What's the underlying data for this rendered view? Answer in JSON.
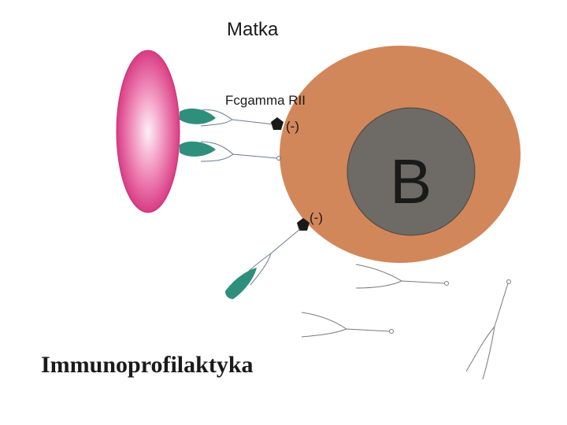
{
  "labels": {
    "mother": "Matka",
    "receptor": "Fcgamma RII",
    "neg_top": "(-)",
    "neg_bottom": "(-)",
    "bcell": "B",
    "title": "Immunoprofilaktyka"
  },
  "colors": {
    "bcell_body": "#d2875a",
    "bcell_nucleus": "#6e6a66",
    "rbc_pink": "#e0508e",
    "antibody_fc": "#2e8f7c",
    "receptor_marker": "#1a1a1a"
  },
  "icons": {
    "receptor": "pentagon-marker",
    "antibody": "y-shaped-antibody"
  }
}
